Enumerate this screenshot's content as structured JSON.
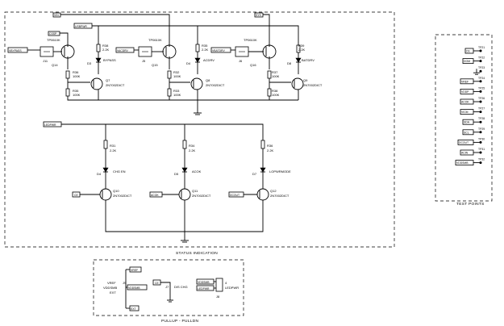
{
  "nets": {
    "vin": "VIN",
    "sys": "SYS",
    "usbpwr": "USBPWR",
    "cssp": "CSSP",
    "vbypass": "VBYPASS",
    "vacdrv": "VACDRV",
    "vbatdrv": "VBATDRV",
    "ledpwr": "LEDPWR",
    "ce": "CE",
    "acok": "ACOK",
    "dcout": "DCOUT",
    "gnd_mark": "G"
  },
  "top_row": {
    "bypass": {
      "fet": "TP0610K",
      "fet_ref": "Q14",
      "conn": "J11",
      "r_top": "R38",
      "r_top_val": "2.2K",
      "led": "D3",
      "led_label": "BYPASS",
      "r_mid": "R36",
      "r_mid_val": "100K",
      "r_bot": "R35",
      "r_bot_val": "100K",
      "npn": "Q7",
      "npn_part": "2N7002DICT"
    },
    "acdrv": {
      "fet": "TP0610K",
      "fet_ref": "Q15",
      "conn": "J5",
      "r_top": "R35",
      "r_top_val": "2.2K",
      "led": "D4",
      "led_label": "ACDRV",
      "r_mid": "R32",
      "r_mid_val": "100K",
      "r_bot": "R33",
      "r_bot_val": "100K",
      "npn": "Q8",
      "npn_part": "2N7002DICT"
    },
    "batdrv": {
      "fet": "TP0610K",
      "fet_ref": "Q16",
      "conn": "J6",
      "r_top": "R39",
      "r_top_val": "2.2K",
      "led": "D8",
      "led_label": "BATDRV",
      "r_mid": "R37",
      "r_mid_val": "100K",
      "r_bot": "R38",
      "r_bot_val": "100K",
      "npn": "Q9",
      "npn_part": "2N7002DICT"
    }
  },
  "bottom_row": {
    "chg": {
      "r": "R31",
      "r_val": "2.2K",
      "led": "D4",
      "led_label": "CHG EN",
      "fet": "Q10",
      "part": "2N7002DICT"
    },
    "acok": {
      "r": "R34",
      "r_val": "2.2K",
      "led": "D5",
      "led_label": "ACOK",
      "fet": "Q11",
      "part": "2N7002DICT"
    },
    "lopwr": {
      "r": "R36",
      "r_val": "2.2K",
      "led": "D7",
      "led_label": "LOPWRMODE",
      "fet": "Q12",
      "part": "2N7002DICT"
    }
  },
  "test_points": {
    "items": [
      {
        "tp": "TP21",
        "net": "CE"
      },
      {
        "tp": "TP22",
        "net": "DGM"
      },
      {
        "tp": "TP23",
        "net": ""
      },
      {
        "tp": "TP24",
        "net": "VREF"
      },
      {
        "tp": "TP25",
        "net": "VDDP"
      },
      {
        "tp": "TP26",
        "net": "ACOK"
      },
      {
        "tp": "TP27",
        "net": "VICM"
      },
      {
        "tp": "TP28",
        "net": "SDA"
      },
      {
        "tp": "TP29",
        "net": "SCL"
      },
      {
        "tp": "TP30",
        "net": "DCOUT"
      },
      {
        "tp": "TP31",
        "net": "ACIN"
      },
      {
        "tp": "TP32",
        "net": "VDDSMB"
      }
    ],
    "title": "TEST POINTS"
  },
  "status_title": "STATUS INDICATION",
  "pullup": {
    "title": "PULLUP - PULLDN",
    "left_labels": [
      "VREF",
      "VDDSMB",
      "EXT"
    ],
    "j9": "J9",
    "nets": [
      "VREF",
      "VDDSMB",
      "EXT"
    ],
    "ce": "CE",
    "j7": "J7",
    "dis_chg": "DIS CHG",
    "right_nets": [
      "VDDSMB",
      "LEDPWR"
    ],
    "j8": "J8",
    "j8_label": "LEDPWR",
    "pin4": "4"
  }
}
